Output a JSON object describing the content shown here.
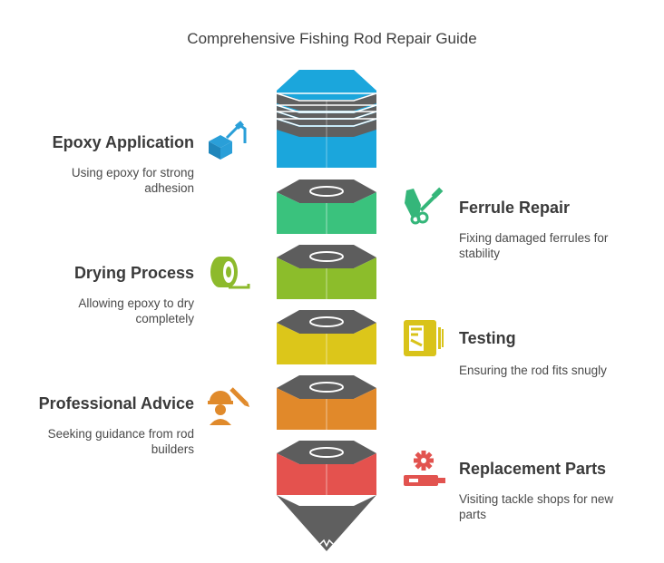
{
  "title": "Comprehensive Fishing Rod Repair Guide",
  "items": [
    {
      "title": "Epoxy Application",
      "desc": "Using epoxy for strong adhesion",
      "icon": "epoxy-dispenser-icon",
      "color": "#2a9fd8"
    },
    {
      "title": "Ferrule Repair",
      "desc": "Fixing damaged ferrules for stability",
      "icon": "repair-tools-icon",
      "color": "#35b67a"
    },
    {
      "title": "Drying Process",
      "desc": "Allowing epoxy to dry completely",
      "icon": "tape-roll-icon",
      "color": "#8dba2c"
    },
    {
      "title": "Testing",
      "desc": "Ensuring the rod fits snugly",
      "icon": "checklist-board-icon",
      "color": "#d9c31a"
    },
    {
      "title": "Professional Advice",
      "desc": "Seeking guidance from rod builders",
      "icon": "worker-icon",
      "color": "#e08a2b"
    },
    {
      "title": "Replacement Parts",
      "desc": "Visiting tackle shops for new parts",
      "icon": "gear-part-icon",
      "color": "#e2534f"
    }
  ]
}
